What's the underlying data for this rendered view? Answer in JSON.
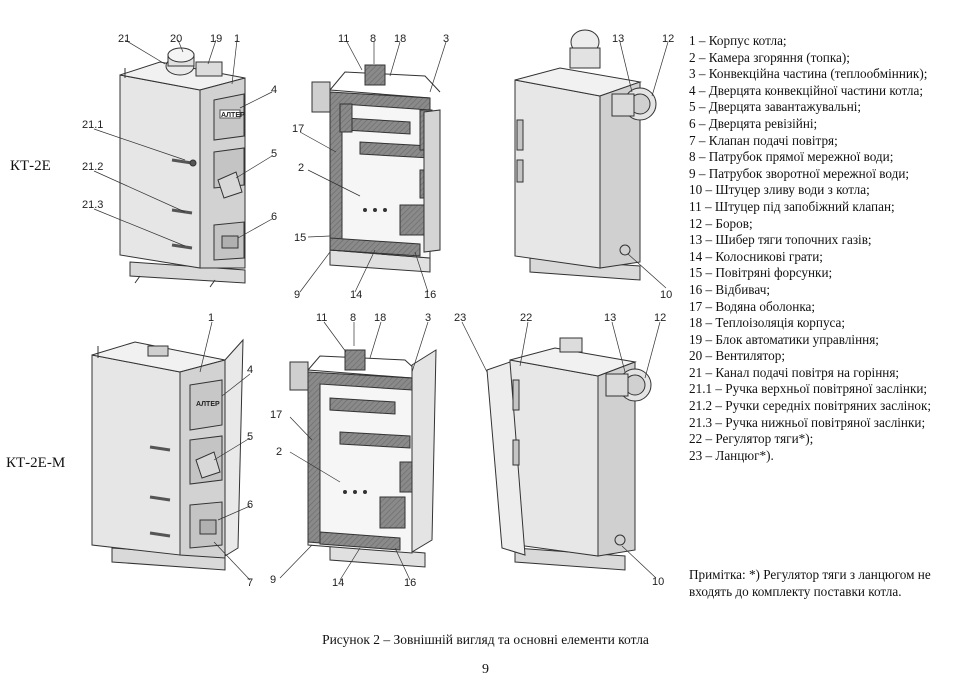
{
  "models": {
    "top": "КТ-2Е",
    "bottom": "КТ-2Е-М"
  },
  "brand": "АЛТЕР",
  "callouts": {
    "v1": [
      "21",
      "20",
      "19",
      "1",
      "4",
      "21.1",
      "5",
      "21.2",
      "21.3",
      "6"
    ],
    "v2": [
      "11",
      "8",
      "18",
      "3",
      "17",
      "2",
      "15",
      "9",
      "14",
      "16"
    ],
    "v3": [
      "13",
      "12",
      "10"
    ],
    "v4": [
      "1",
      "4",
      "5",
      "6",
      "7"
    ],
    "v5": [
      "11",
      "8",
      "18",
      "3",
      "17",
      "2",
      "9",
      "14",
      "16"
    ],
    "v6": [
      "23",
      "22",
      "13",
      "12",
      "10"
    ]
  },
  "legend": [
    "1 – Корпус котла;",
    "2 – Камера згоряння (топка);",
    "3 – Конвекційна частина (теплообмінник);",
    "4 – Дверцята конвекційної частини котла;",
    "5 – Дверцята завантажувальні;",
    "6 – Дверцята ревізійні;",
    "7 – Клапан подачі повітря;",
    "8 – Патрубок прямої мережної води;",
    "9 – Патрубок зворотної мережної води;",
    "10 – Штуцер зливу води з котла;",
    "11 – Штуцер під запобіжний клапан;",
    "12 – Боров;",
    "13 – Шибер тяги топочних газів;",
    "14 – Колосникові грати;",
    "15 – Повітряні форсунки;",
    "16 – Відбивач;",
    "17 – Водяна оболонка;",
    "18 – Теплоізоляція корпуса;",
    "19 – Блок автоматики управління;",
    "20 – Вентилятор;",
    "21 – Канал подачі повітря на горіння;",
    "21.1 – Ручка верхньої повітряної заслінки;",
    "21.2 – Ручки середніх повітряних заслінок;",
    "21.3 – Ручка нижньої повітряної заслінки;",
    "22 – Регулятор тяги*);",
    "23 – Ланцюг*)."
  ],
  "note": "Примітка: *) Регулятор тяги з ланцюгом не входять до комплекту поставки котла.",
  "caption": "Рисунок 2 – Зовнішній вигляд та основні елементи котла",
  "page_number": "9"
}
